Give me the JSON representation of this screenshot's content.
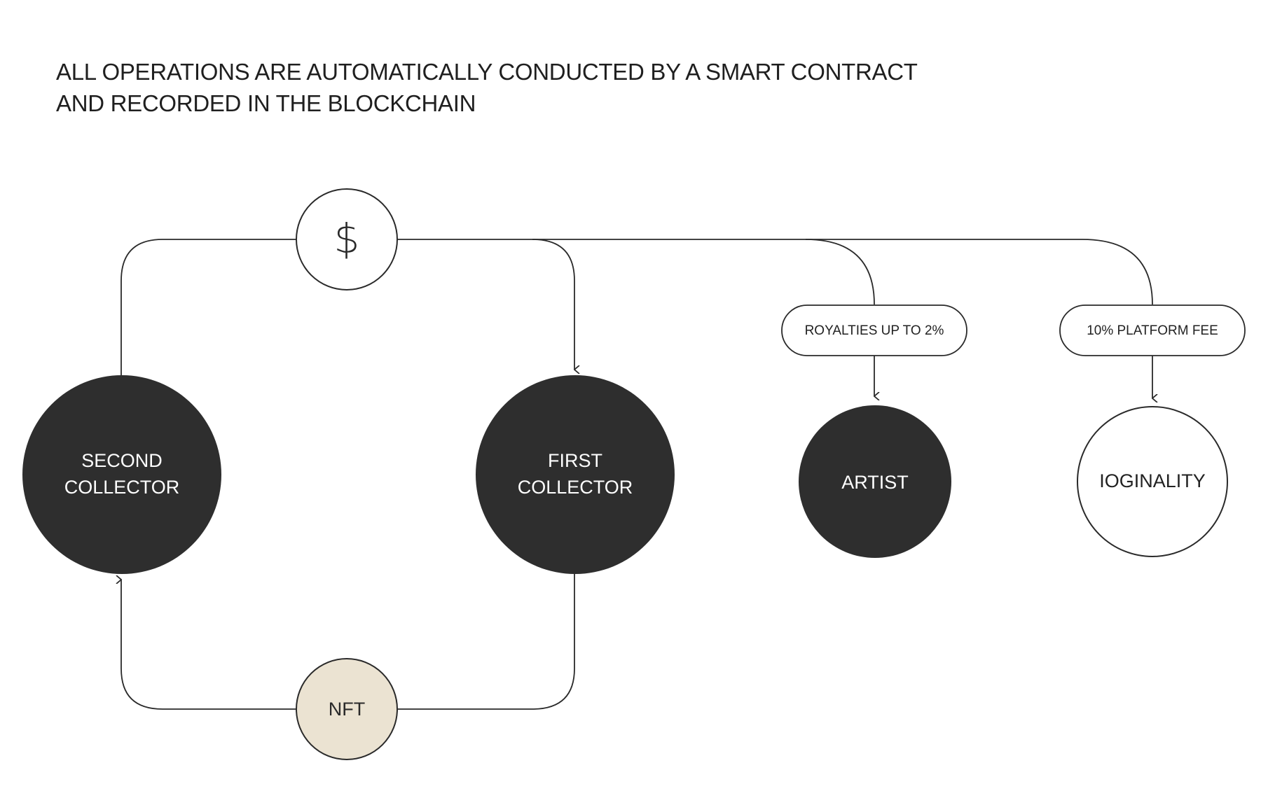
{
  "heading": {
    "line1": "ALL OPERATIONS ARE AUTOMATICALLY CONDUCTED BY A SMART CONTRACT",
    "line2": "AND RECORDED IN THE BLOCKCHAIN"
  },
  "nodes": {
    "currency_symbol": "$",
    "second_collector": [
      "SECOND",
      "COLLECTOR"
    ],
    "first_collector": [
      "FIRST",
      "COLLECTOR"
    ],
    "artist": "ARTIST",
    "platform": "IOGINALITY",
    "nft": "NFT"
  },
  "labels": {
    "royalties": "ROYALTIES UP TO 2%",
    "platform_fee": "10% PLATFORM FEE"
  },
  "colors": {
    "dark_node": "#2e2e2e",
    "nft_fill": "#ebe3d2",
    "stroke": "#2a2a2a",
    "background": "#ffffff"
  }
}
